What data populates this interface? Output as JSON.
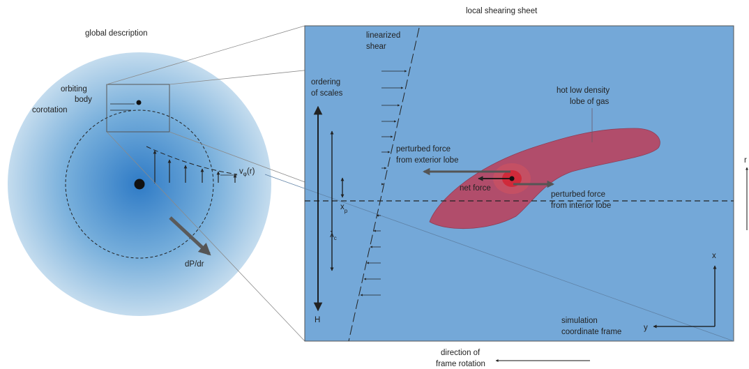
{
  "titles": {
    "global": "global description",
    "local": "local shearing sheet"
  },
  "global_labels": {
    "orbiting": "orbiting",
    "body": "body",
    "corotation": "corotation",
    "vphi_main": "v",
    "vphi_sub": "φ",
    "vphi_tail": "(r)",
    "dpdr": "dP/dr"
  },
  "local_labels": {
    "linearized": "linearized",
    "shear": "shear",
    "ordering": "ordering",
    "of_scales": "of scales",
    "hot_line1": "hot low density",
    "hot_line2": "lobe of gas",
    "pert_ext_1": "perturbed force",
    "pert_ext_2": "from exterior lobe",
    "net_force": "net force",
    "pert_int_1": "perturbed force",
    "pert_int_2": "from interior lobe",
    "xp_main": "x",
    "xp_sub": "p",
    "lambda_main": "λ",
    "lambda_sub": "c",
    "H": "H",
    "axis_x": "x",
    "axis_y": "y",
    "sim_1": "simulation",
    "sim_2": "coordinate frame",
    "edge_r": "r"
  },
  "bottom_labels": {
    "direction_1": "direction of",
    "direction_2": "frame rotation"
  },
  "colors": {
    "sheet_fill": "#74a8d8",
    "disk_center": "#2f7bc6",
    "disk_edge": "#c4dcee",
    "lobe_fill": "#b14d6b",
    "planet_core": "#cc1f2e",
    "arrow_gray": "#555555",
    "text": "#222222"
  },
  "icons": {
    "planet": "filled-dot",
    "arrows": "arrowhead"
  }
}
